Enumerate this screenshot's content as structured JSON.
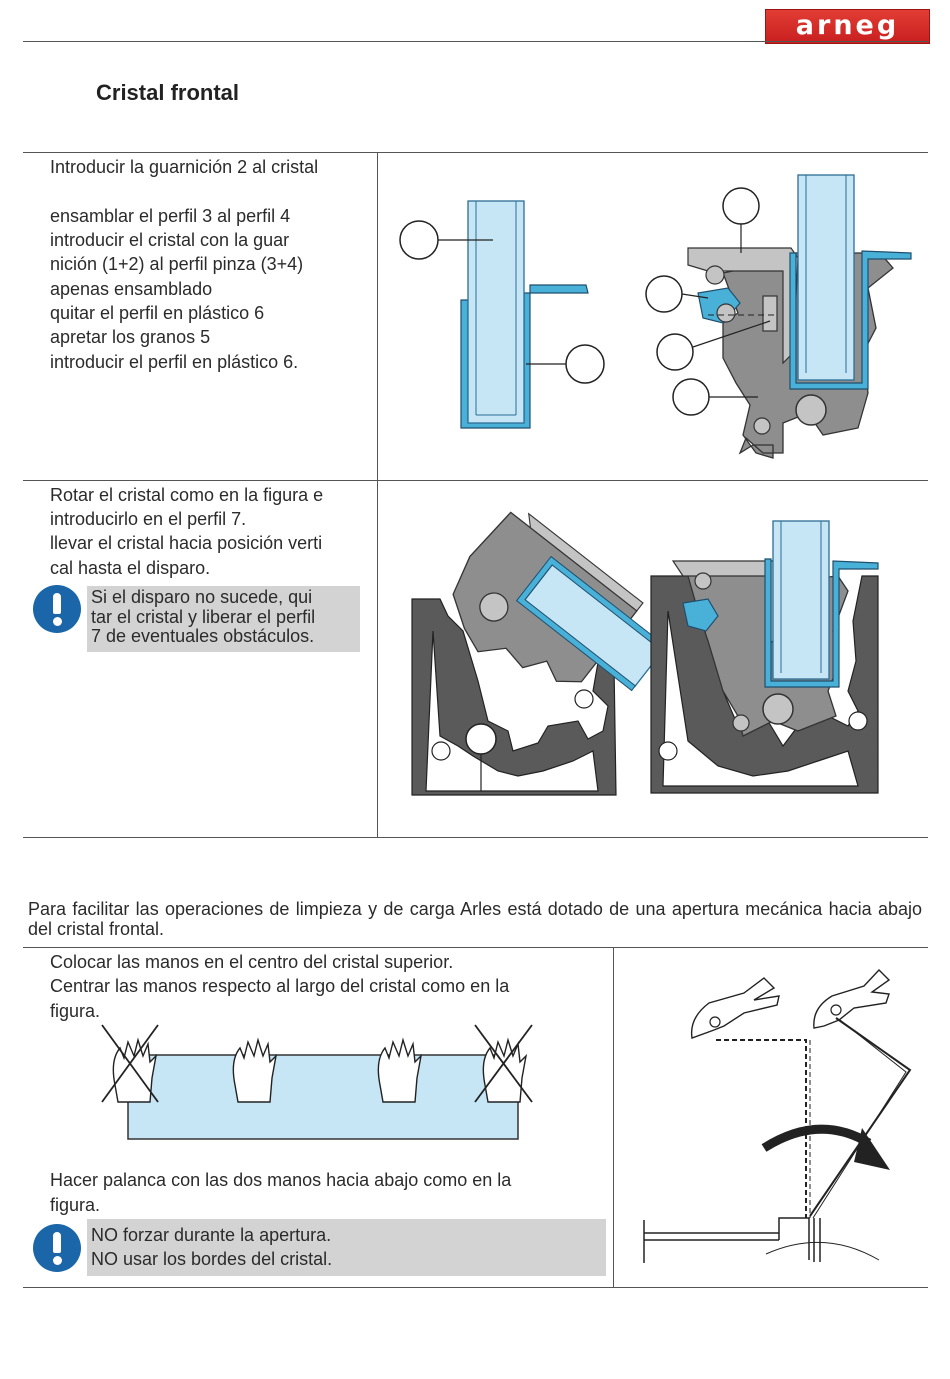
{
  "brand": {
    "logo_text": "arneg"
  },
  "page_title": "Cristal frontal",
  "section1": {
    "steps": [
      "Introducir la guarnición 2 al cristal",
      "ensamblar el perfil 3 al perfil 4",
      "introducir el cristal con la guar",
      " nición (1+2) al perfil pinza (3+4)",
      " apenas ensamblado",
      "quitar el perfil en plástico 6",
      "apretar los granos 5",
      "introducir el perfil en plástico 6."
    ]
  },
  "section2": {
    "steps": [
      "Rotar el cristal como en la figura e",
      " introducirlo en el perfil 7.",
      "llevar el cristal hacia posición verti",
      " cal hasta el disparo."
    ],
    "note": [
      "Si el disparo no sucede, qui",
      "tar el cristal y liberar el perfil",
      "7 de eventuales obstáculos."
    ]
  },
  "intro": "Para facilitar las operaciones de limpieza y de carga Arles está dotado de una apertura mecánica hacia abajo del cristal frontal.",
  "section3": {
    "steps_top": [
      "Colocar las manos en el centro del cristal superior.",
      "Centrar las manos respecto al largo del cristal como en la",
      " figura."
    ],
    "steps_bottom": [
      "Hacer palanca con las dos manos hacia abajo como en la",
      " figura."
    ],
    "note": [
      "NO forzar durante la apertura.",
      "NO usar los bordes del cristal."
    ]
  },
  "colors": {
    "accent_blue": "#1a66a8",
    "glass_blue": "#c6e6f5",
    "profile_cyan": "#49b0d8",
    "dark_profile": "#5c5c5c",
    "mid_profile": "#8c8c8c",
    "light_profile": "#c4c4c4",
    "note_bg": "#d3d3d3",
    "logo_red": "#d62a28"
  }
}
